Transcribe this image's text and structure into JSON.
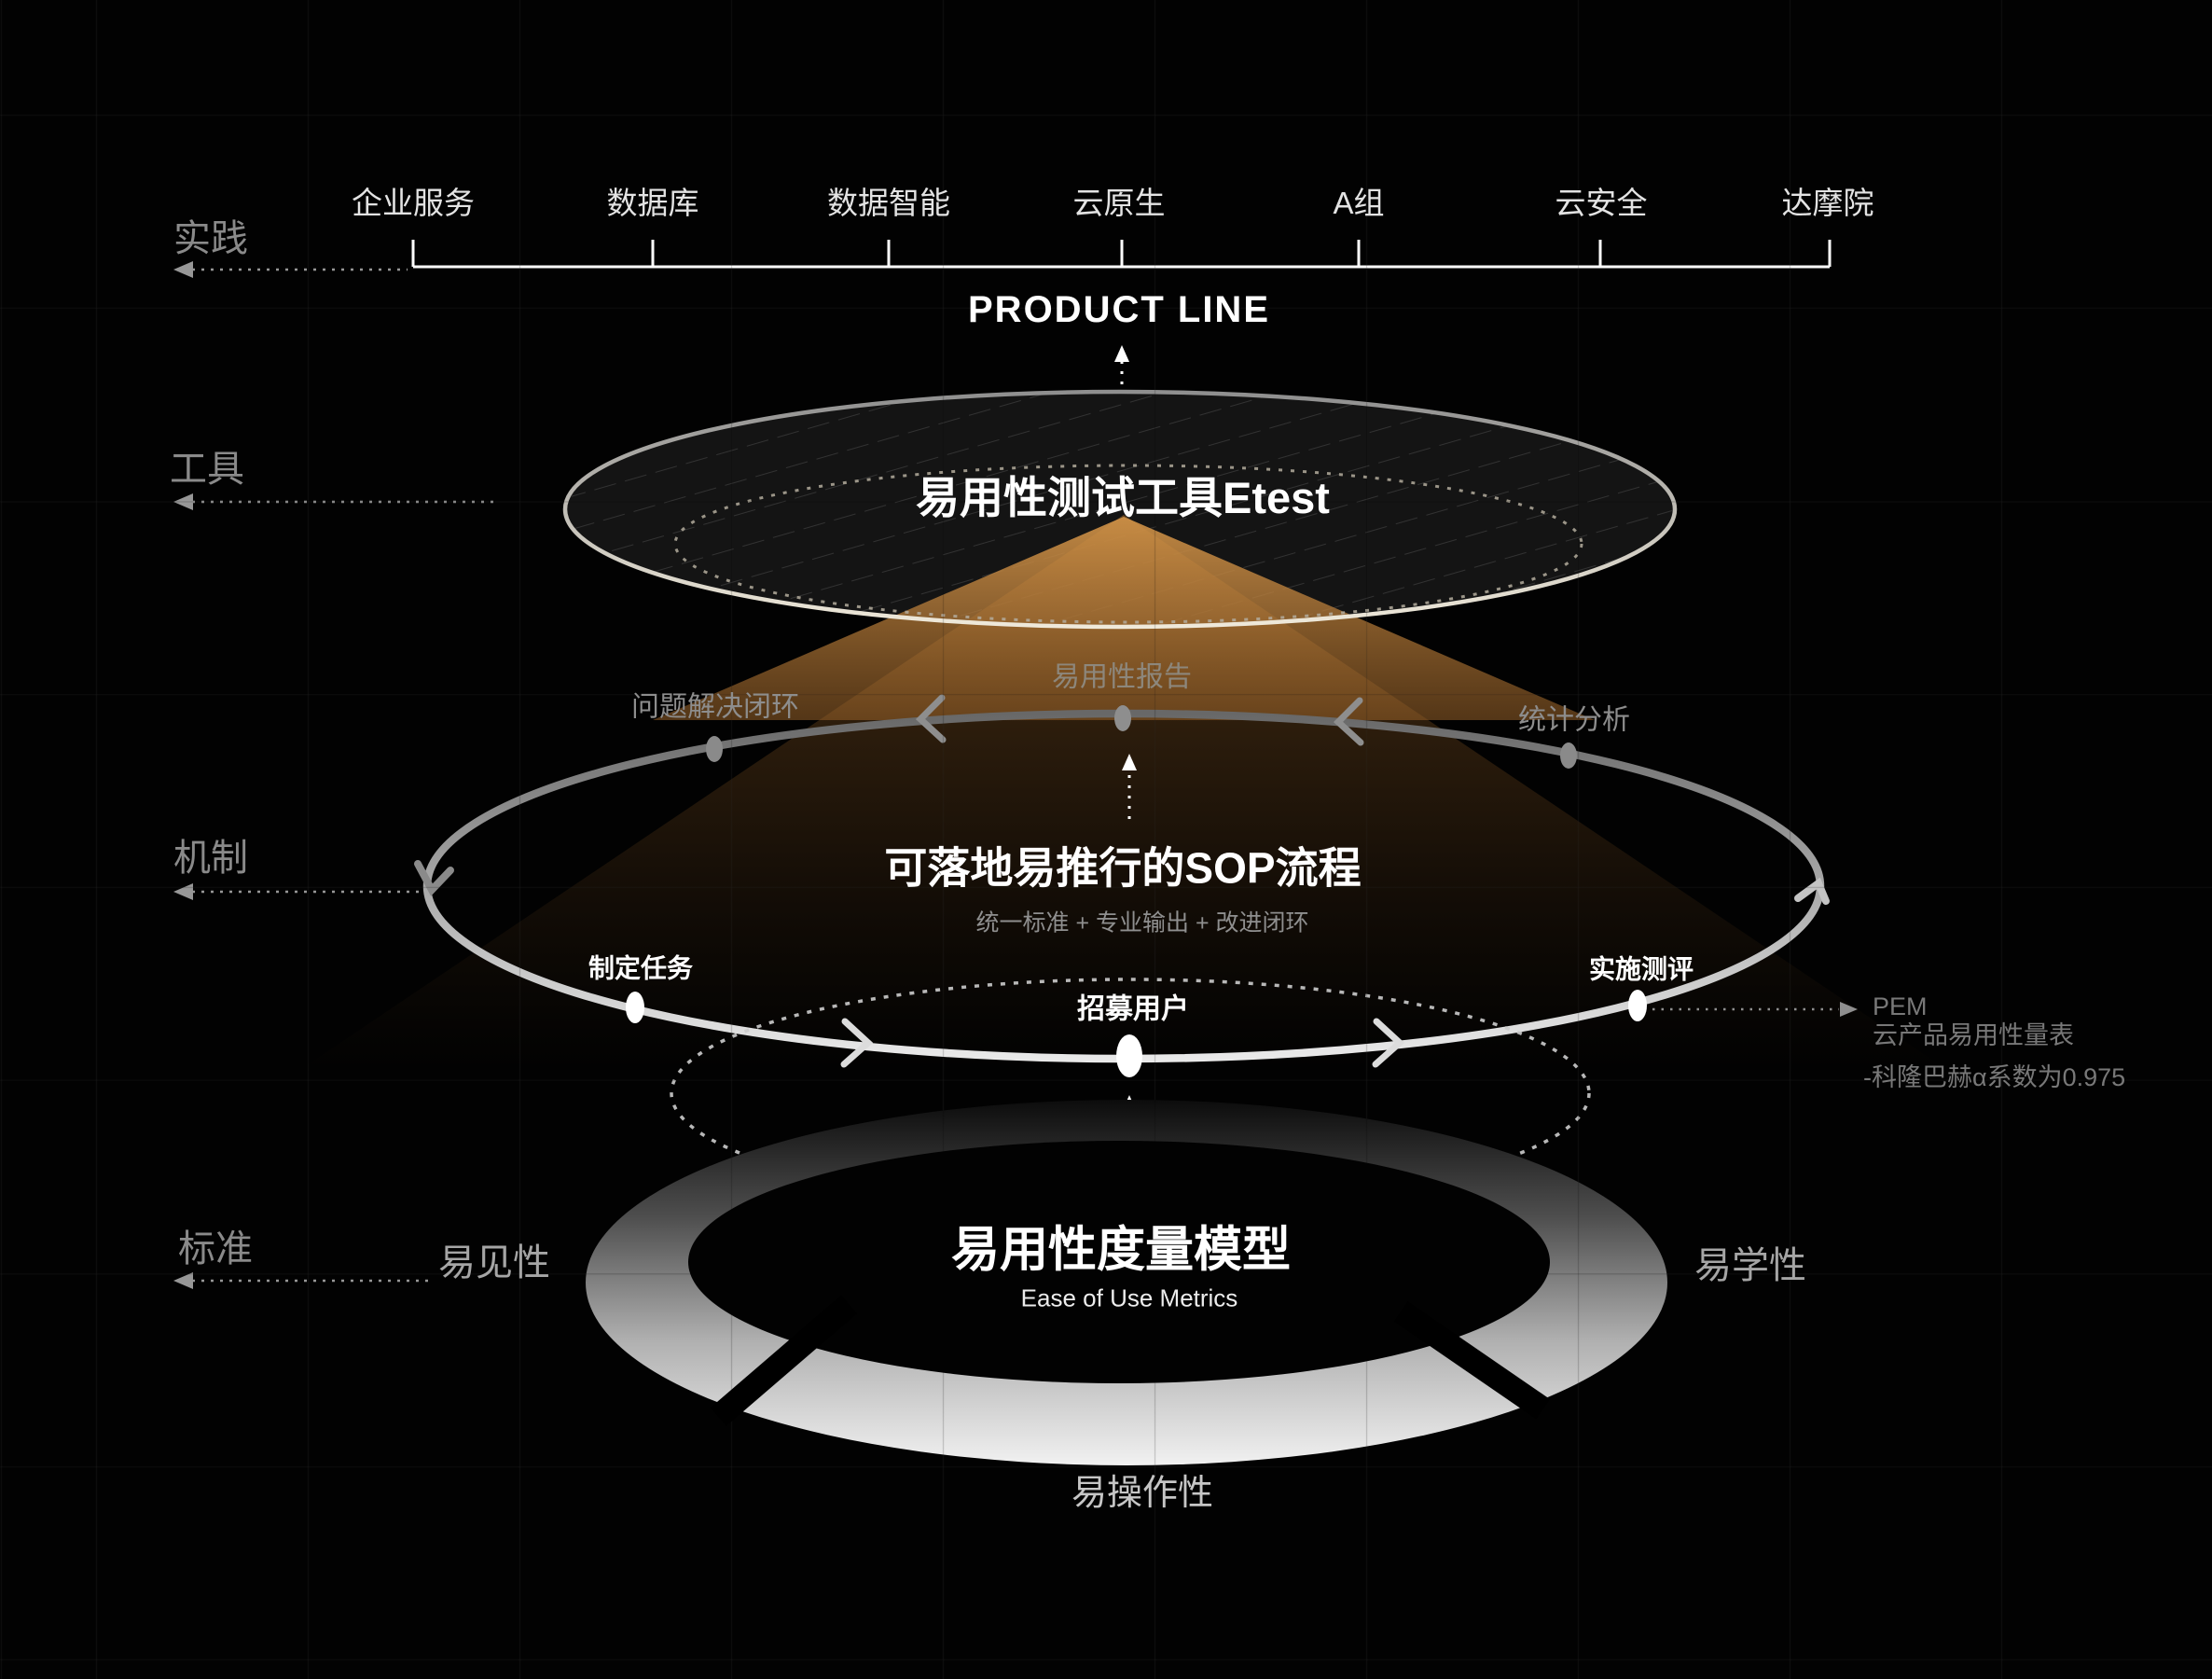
{
  "rows": [
    {
      "id": "practice",
      "label": "实践"
    },
    {
      "id": "tool",
      "label": "工具"
    },
    {
      "id": "mechanism",
      "label": "机制"
    },
    {
      "id": "standard",
      "label": "标准"
    }
  ],
  "product_line": {
    "title": "PRODUCT LINE",
    "items": [
      "企业服务",
      "数据库",
      "数据智能",
      "云原生",
      "A组",
      "云安全",
      "达摩院"
    ]
  },
  "tool_layer": {
    "title": "易用性测试工具Etest"
  },
  "sop_layer": {
    "title": "可落地易推行的SOP流程",
    "subtitle": "统一标准 + 专业输出 + 改进闭环",
    "nodes": {
      "report": "易用性报告",
      "problem_loop": "问题解决闭环",
      "stats": "统计分析",
      "tasks": "制定任务",
      "evaluate": "实施测评",
      "recruit": "招募用户"
    },
    "pem": {
      "title": "PEM",
      "scale": "云产品易用性量表",
      "alpha": "-科隆巴赫α系数为0.975"
    }
  },
  "model_layer": {
    "title": "易用性度量模型",
    "subtitle": "Ease of Use Metrics",
    "visibility": "易见性",
    "learnability": "易学性",
    "operability": "易操作性"
  },
  "colors": {
    "background": "#020202",
    "beam_accent": "#a9763a",
    "dim_text": "#8a8a8a",
    "bright_text": "#ffffff",
    "ring_light": "#efefef"
  }
}
